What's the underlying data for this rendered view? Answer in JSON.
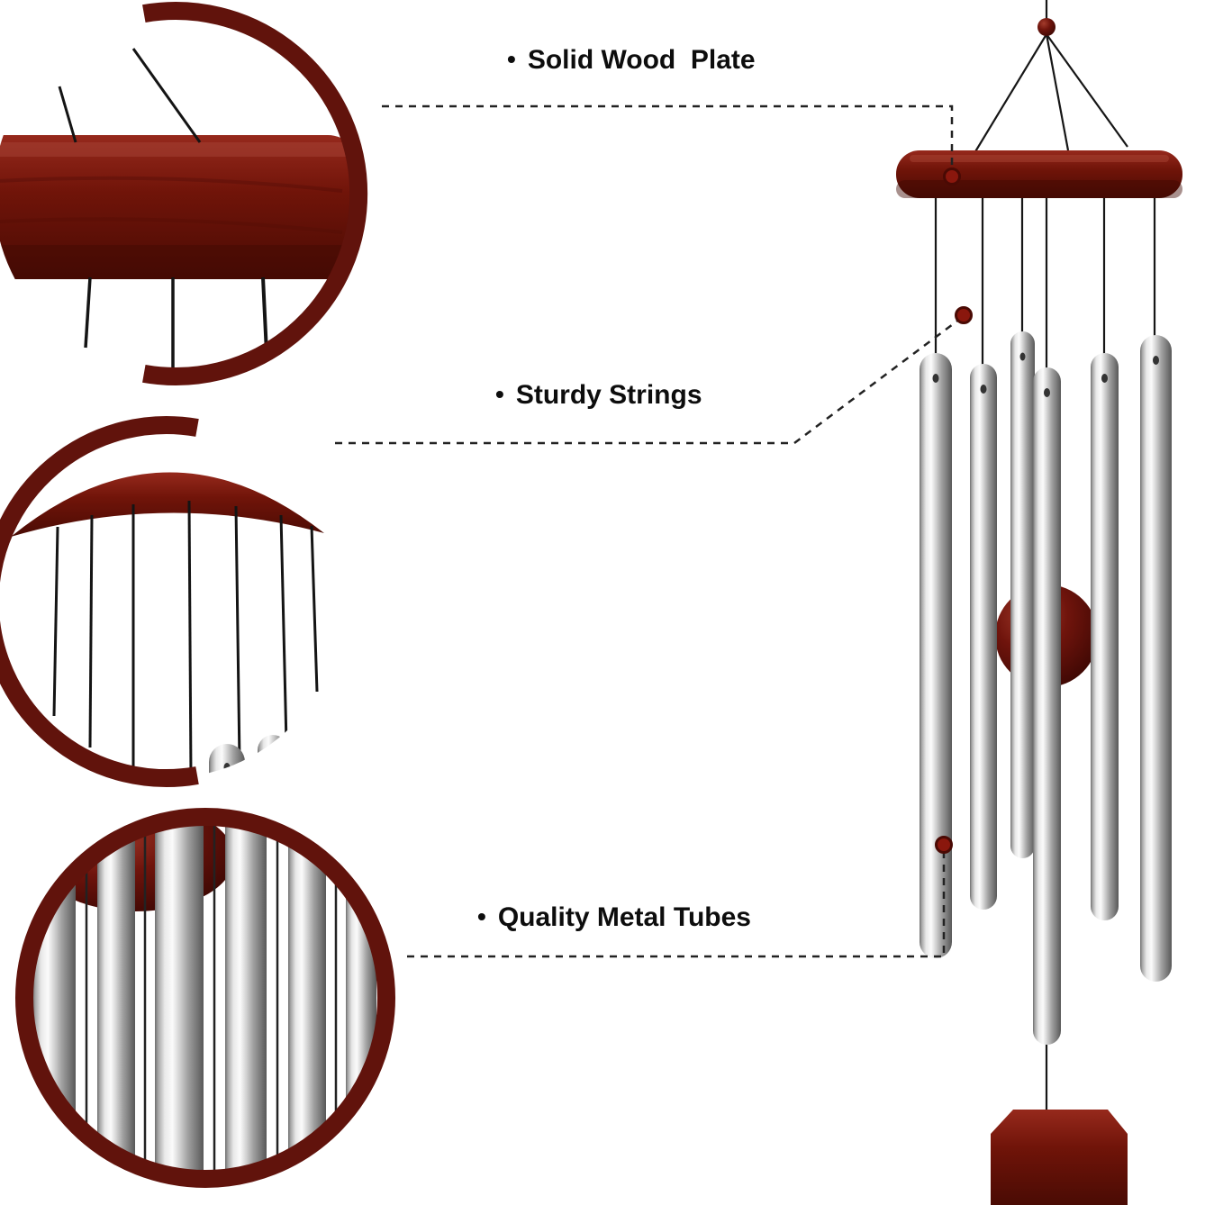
{
  "product": {
    "name": "wind-chime",
    "description": "annotated product diagram of a wooden wind chime with silver metal tubes, three circular close-up insets and dashed callout lines"
  },
  "annotations": {
    "items": [
      {
        "bullet": "•",
        "label": "Solid Wood  Plate"
      },
      {
        "bullet": "•",
        "label": "Sturdy Strings"
      },
      {
        "bullet": "•",
        "label": "Quality Metal Tubes"
      }
    ]
  },
  "colors": {
    "wood": "#701409",
    "wood_ring": "#61130c",
    "tube_highlight": "#fbfbfb",
    "tube_shadow": "#585858",
    "marker_dot": "#8a170d",
    "connector_line": "#222222",
    "label_text": "#0d0d0d",
    "background": "#ffffff"
  }
}
